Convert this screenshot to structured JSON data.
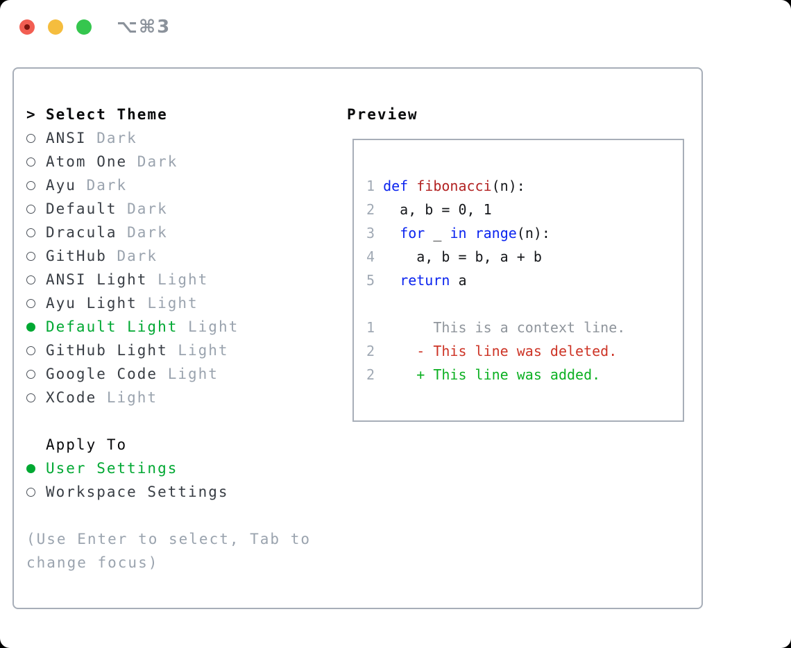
{
  "titlebar": {
    "shortcut": "⌥⌘3"
  },
  "colors": {
    "traffic_red": "#f25e52",
    "traffic_red_dot": "#7c150e",
    "traffic_yellow": "#f5bd3e",
    "traffic_green": "#35c64e",
    "accent_green": "#00a832",
    "keyword_blue": "#0b24ef",
    "function_red": "#b22222",
    "deleted_red": "#cd3426",
    "added_green": "#0cb022",
    "muted_gray": "#9aa3ae",
    "border_gray": "#a7aeb8"
  },
  "menu": {
    "prompt": ">",
    "title": "Select Theme",
    "items": [
      {
        "name": "ANSI",
        "tag": "Dark",
        "selected": false
      },
      {
        "name": "Atom One",
        "tag": "Dark",
        "selected": false
      },
      {
        "name": "Ayu",
        "tag": "Dark",
        "selected": false
      },
      {
        "name": "Default",
        "tag": "Dark",
        "selected": false
      },
      {
        "name": "Dracula",
        "tag": "Dark",
        "selected": false
      },
      {
        "name": "GitHub",
        "tag": "Dark",
        "selected": false
      },
      {
        "name": "ANSI Light",
        "tag": "Light",
        "selected": false
      },
      {
        "name": "Ayu Light",
        "tag": "Light",
        "selected": false
      },
      {
        "name": "Default Light",
        "tag": "Light",
        "selected": true
      },
      {
        "name": "GitHub Light",
        "tag": "Light",
        "selected": false
      },
      {
        "name": "Google Code",
        "tag": "Light",
        "selected": false
      },
      {
        "name": "XCode",
        "tag": "Light",
        "selected": false
      }
    ]
  },
  "apply_to": {
    "title": "Apply To",
    "options": [
      {
        "name": "User Settings",
        "selected": true
      },
      {
        "name": "Workspace Settings",
        "selected": false
      }
    ]
  },
  "help": {
    "line1": "(Use Enter to select, Tab to",
    "line2": "change focus)"
  },
  "preview": {
    "title": "Preview",
    "code_lines": [
      {
        "num": "1",
        "segments": [
          {
            "t": "def",
            "c": "kw"
          },
          {
            "t": " ",
            "c": "pl"
          },
          {
            "t": "fibonacci",
            "c": "fn"
          },
          {
            "t": "(n):",
            "c": "pl"
          }
        ]
      },
      {
        "num": "2",
        "segments": [
          {
            "t": "  a, b = 0, 1",
            "c": "pl"
          }
        ]
      },
      {
        "num": "3",
        "segments": [
          {
            "t": "  ",
            "c": "pl"
          },
          {
            "t": "for",
            "c": "kw"
          },
          {
            "t": " _ ",
            "c": "pl"
          },
          {
            "t": "in",
            "c": "kw"
          },
          {
            "t": " ",
            "c": "pl"
          },
          {
            "t": "range",
            "c": "kw"
          },
          {
            "t": "(n):",
            "c": "pl"
          }
        ]
      },
      {
        "num": "4",
        "segments": [
          {
            "t": "    a, b = b, a + b",
            "c": "pl"
          }
        ]
      },
      {
        "num": "5",
        "segments": [
          {
            "t": "  ",
            "c": "pl"
          },
          {
            "t": "return",
            "c": "kw"
          },
          {
            "t": " a",
            "c": "pl"
          }
        ]
      }
    ],
    "diff_lines": [
      {
        "num": "1",
        "marker": " ",
        "text": "This is a context line.",
        "type": "context"
      },
      {
        "num": "2",
        "marker": "-",
        "text": "This line was deleted.",
        "type": "deleted"
      },
      {
        "num": "2",
        "marker": "+",
        "text": "This line was added.",
        "type": "added"
      }
    ]
  }
}
